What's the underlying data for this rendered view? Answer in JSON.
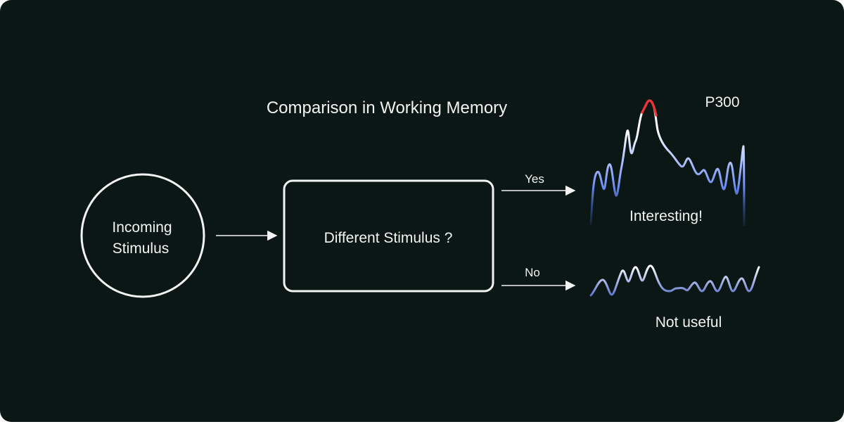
{
  "title": "Comparison in Working Memory",
  "nodes": {
    "incoming": {
      "line1": "Incoming",
      "line2": "Stimulus"
    },
    "decision": {
      "label": "Different Stimulus ?"
    }
  },
  "edges": {
    "yes": "Yes",
    "no": "No"
  },
  "outcomes": {
    "interesting": {
      "peak_label": "P300",
      "caption": "Interesting!"
    },
    "not_useful": {
      "caption": "Not useful"
    }
  },
  "colors": {
    "background": "#0a1714",
    "line": "#f2f4f3",
    "wave_low": "#6b8cf5",
    "wave_high": "#ffffff",
    "peak": "#e8343a"
  }
}
